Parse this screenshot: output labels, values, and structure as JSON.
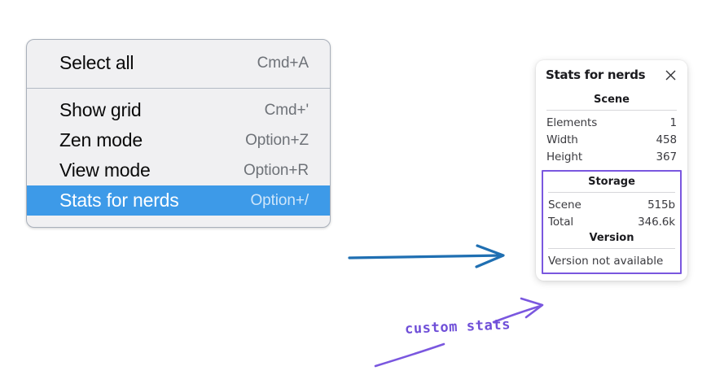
{
  "menu": {
    "groups": [
      {
        "items": [
          {
            "label": "Select all",
            "shortcut": "Cmd+A",
            "selected": false
          }
        ]
      },
      {
        "items": [
          {
            "label": "Show grid",
            "shortcut": "Cmd+'",
            "selected": false
          },
          {
            "label": "Zen mode",
            "shortcut": "Option+Z",
            "selected": false
          },
          {
            "label": "View mode",
            "shortcut": "Option+R",
            "selected": false
          },
          {
            "label": "Stats for nerds",
            "shortcut": "Option+/",
            "selected": true
          }
        ]
      }
    ],
    "highlight_color": "#3d9ae8",
    "background_color": "#f0f0f2"
  },
  "stats_panel": {
    "title": "Stats for nerds",
    "close_icon": "close-icon",
    "sections": [
      {
        "name": "scene",
        "heading": "Scene",
        "rows": [
          {
            "key": "Elements",
            "value": "1"
          },
          {
            "key": "Width",
            "value": "458"
          },
          {
            "key": "Height",
            "value": "367"
          }
        ]
      },
      {
        "name": "storage",
        "heading": "Storage",
        "rows": [
          {
            "key": "Scene",
            "value": "515b"
          },
          {
            "key": "Total",
            "value": "346.6k"
          }
        ]
      },
      {
        "name": "version",
        "heading": "Version",
        "note": "Version not available"
      }
    ]
  },
  "annotations": {
    "custom_stats_caption": "custom stats",
    "arrow_color": "#1f6fb2",
    "highlight_color": "#7a57df"
  }
}
